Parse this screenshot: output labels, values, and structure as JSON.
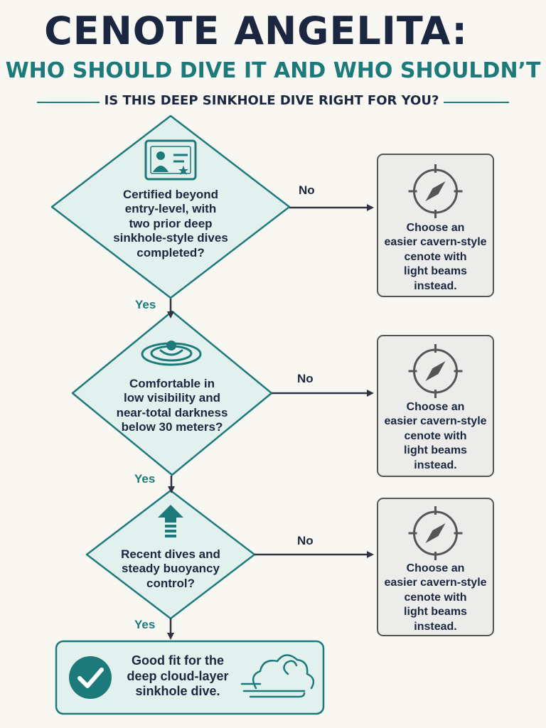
{
  "header": {
    "title": "CENOTE ANGELITA:",
    "subtitle": "WHO SHOULD DIVE IT AND WHO SHOULDN’T",
    "question": "IS THIS DEEP SINKHOLE DIVE RIGHT FOR YOU?"
  },
  "colors": {
    "navy": "#1b2740",
    "teal": "#1d7a7a",
    "diamond_fill": "#e3f1ee",
    "gray_box_fill": "#ececea",
    "gray_stroke": "#555555"
  },
  "questions": [
    {
      "text": [
        "Certified beyond",
        "entry-level, with",
        "two prior deep",
        "sinkhole-style dives",
        "completed?"
      ],
      "icon": "certification-card-icon"
    },
    {
      "text": [
        "Comfortable in",
        "low visibility and",
        "near-total darkness",
        "below 30 meters?"
      ],
      "icon": "ripples-icon"
    },
    {
      "text": [
        "Recent dives and",
        "steady buoyancy",
        "control?"
      ],
      "icon": "up-arrow-icon"
    }
  ],
  "alternatives": [
    {
      "text": [
        "Choose an",
        "easier cavern-style",
        "cenote with",
        "light beams",
        "instead."
      ],
      "icon": "compass-icon"
    },
    {
      "text": [
        "Choose an",
        "easier cavern-style",
        "cenote with",
        "light beams",
        "instead."
      ],
      "icon": "compass-icon"
    },
    {
      "text": [
        "Choose an",
        "easier cavern-style",
        "cenote with",
        "light beams",
        "instead."
      ],
      "icon": "compass-icon"
    }
  ],
  "edge_labels": {
    "yes": [
      "Yes",
      "Yes",
      "Yes"
    ],
    "no": [
      "No",
      "No",
      "No"
    ]
  },
  "result": {
    "text": [
      "Good fit for the",
      "deep cloud-layer",
      "sinkhole dive."
    ],
    "icons": [
      "checkmark-icon",
      "cloud-icon"
    ]
  }
}
